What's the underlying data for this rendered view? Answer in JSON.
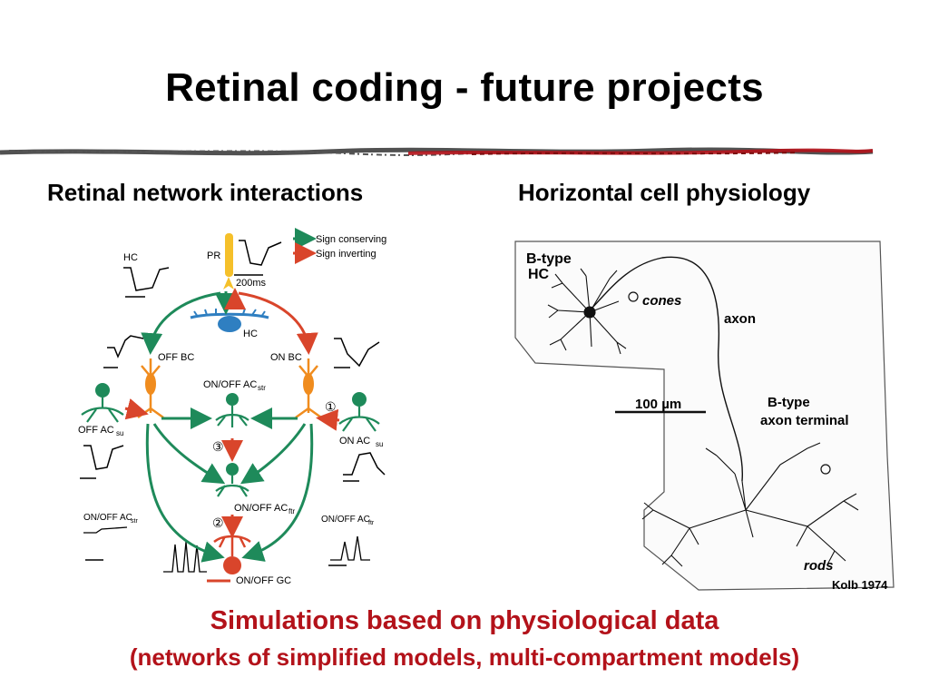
{
  "slide": {
    "title": "Retinal coding - future projects",
    "left_heading": "Retinal network interactions",
    "right_heading": "Horizontal cell physiology",
    "credit": "Kolb 1974",
    "footer_main": "Simulations based on physiological data",
    "footer_sub": "(networks of simplified models, multi-compartment models)"
  },
  "network_diagram": {
    "legend_conserving": "Sign conserving",
    "legend_inverting": "Sign inverting",
    "pr": "PR",
    "hc": "HC",
    "hc_trace": "HC",
    "scale": "200ms",
    "off_bc": "OFF BC",
    "on_bc": "ON BC",
    "onoff_ac_str": "ON/OFF AC",
    "onoff_ac_str_sub": "str",
    "off_ac_su": "OFF AC",
    "off_ac_su_sub": "su",
    "on_ac_su": "ON AC",
    "on_ac_su_sub": "su",
    "onoff_ac_ftr": "ON/OFF AC",
    "onoff_ac_ftr_sub": "ftr",
    "onoff_gc": "ON/OFF GC",
    "trace_ac_str": "ON/OFF AC",
    "trace_ac_str_sub": "str",
    "trace_ac_ftr": "ON/OFF AC",
    "trace_ac_ftr_sub": "ftr",
    "marker_1": "①",
    "marker_2": "②",
    "marker_3": "③"
  },
  "hc_diagram": {
    "btype_hc_1": "B-type",
    "btype_hc_2": "HC",
    "cones": "cones",
    "axon": "axon",
    "scale": "100 µm",
    "terminal_1": "B-type",
    "terminal_2": "axon terminal",
    "rods": "rods"
  },
  "colors": {
    "green": "#1e8a5a",
    "red": "#d9452b",
    "orange": "#f08c1e",
    "yellow": "#f5c02a",
    "blue": "#2f7fc1",
    "footer": "#b3121a"
  }
}
